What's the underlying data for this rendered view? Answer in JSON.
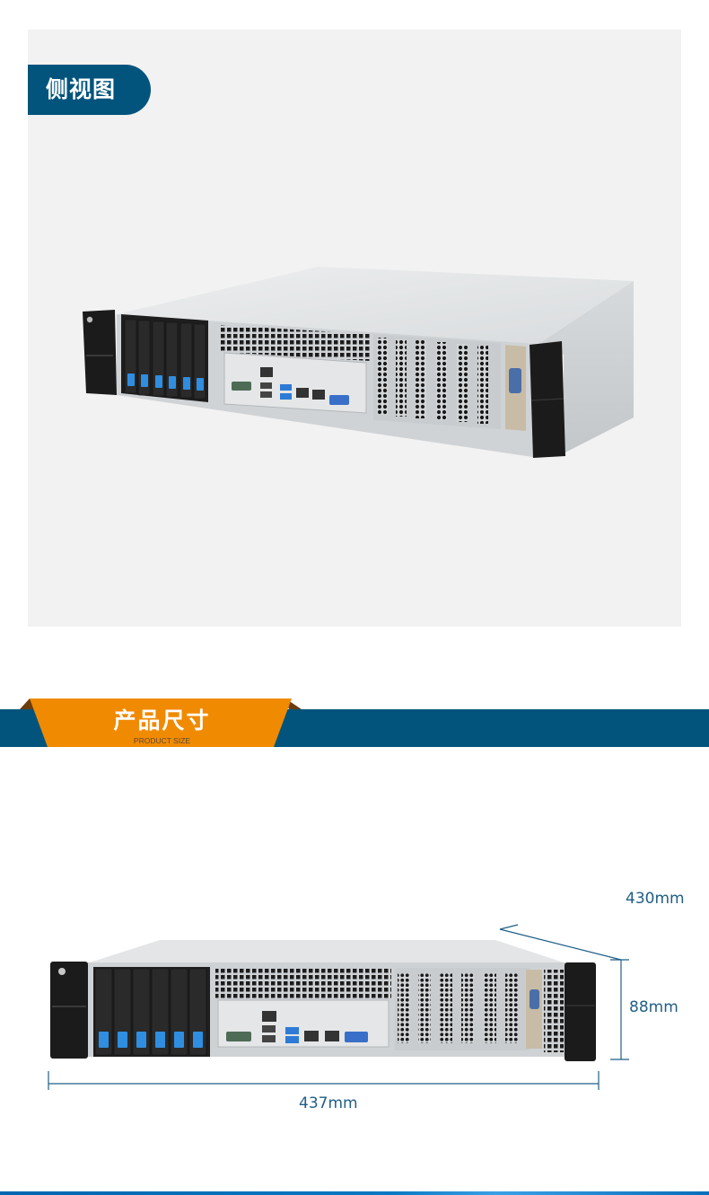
{
  "side_view": {
    "title": "侧视图",
    "colors": {
      "tag_bg": "#03547c",
      "panel_bg": "#f2f2f2"
    },
    "image": {
      "subject": "2U rack-mount industrial server chassis, angled side view",
      "drive_bays": 6,
      "pcie_slots": 7
    }
  },
  "product_size": {
    "title": "产品尺寸",
    "subtitle": "PRODUCT SIZE",
    "colors": {
      "band": "#03547c",
      "ribbon": "#f08a00",
      "fold": "#6b3d0e"
    }
  },
  "dimensions": {
    "depth": "430mm",
    "height": "88mm",
    "width": "437mm",
    "line_color": "#1f5f86",
    "image": {
      "subject": "2U rack-mount server front view",
      "drive_bays": 6,
      "pcie_slots": 7
    }
  },
  "footer": {
    "bar_color": "#0067b1"
  }
}
